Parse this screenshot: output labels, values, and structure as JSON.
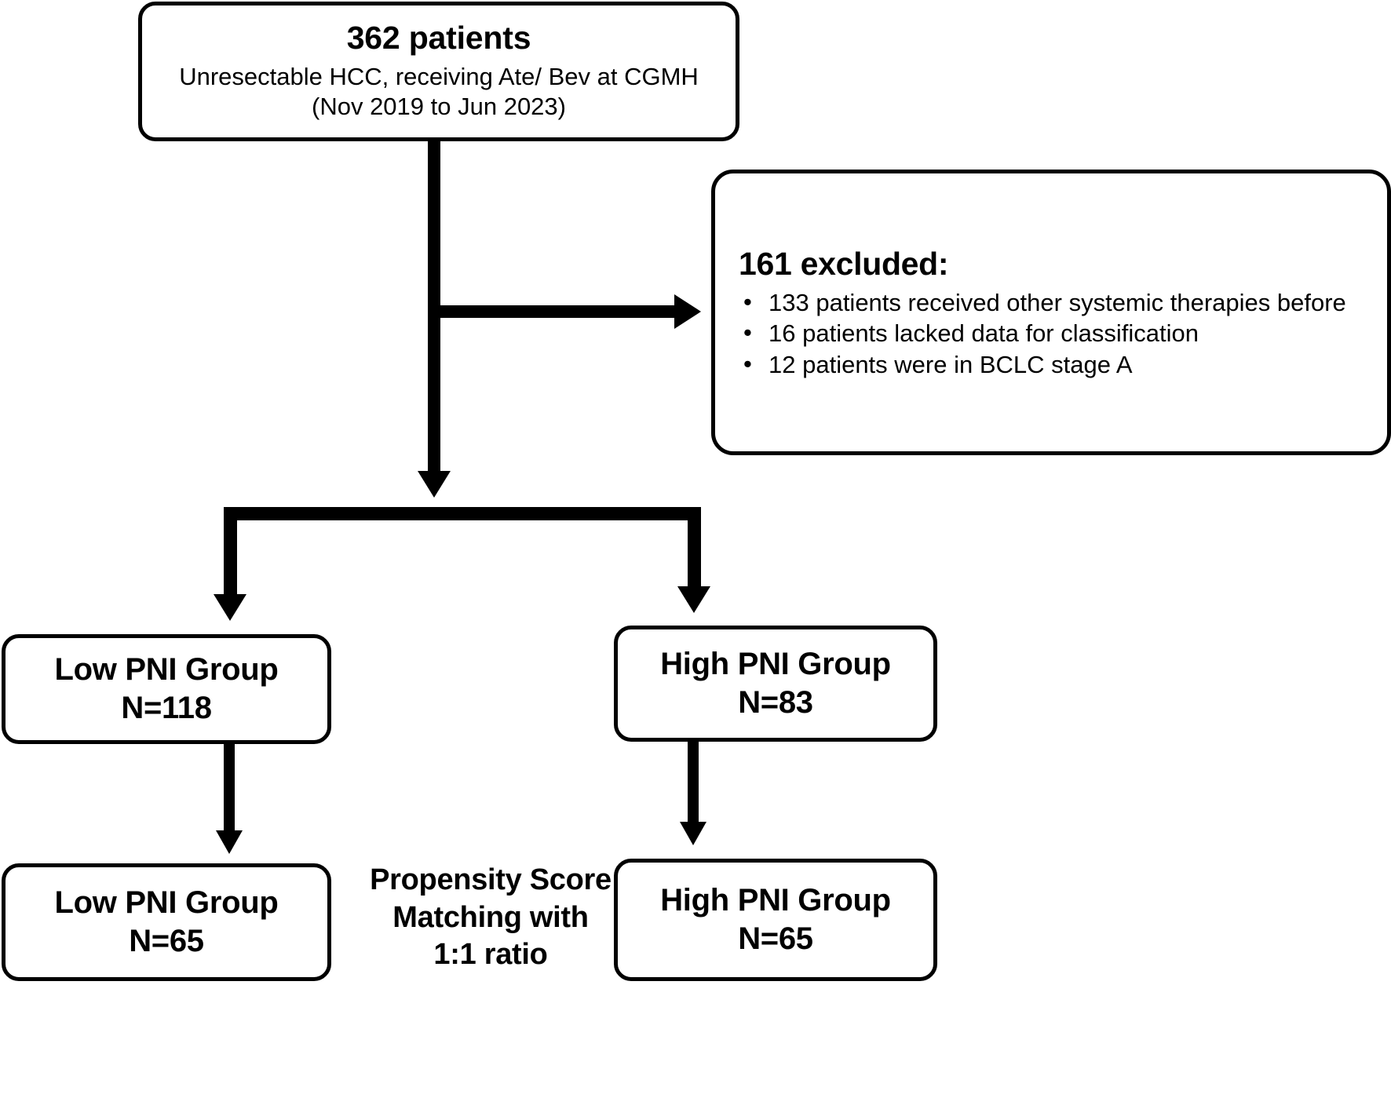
{
  "diagram": {
    "type": "flowchart",
    "title_node": {
      "headline": "362 patients",
      "line2": "Unresectable HCC, receiving Ate/ Bev at CGMH",
      "line3": "(Nov 2019 to Jun 2023)"
    },
    "excluded_node": {
      "headline": "161 excluded:",
      "bullet_glyph": "•",
      "items": [
        "133 patients received other systemic therapies before",
        "16 patients lacked data for classification",
        "12 patients were in BCLC stage A"
      ]
    },
    "groups": {
      "low_pni": {
        "label": "Low PNI Group",
        "count": "N=118"
      },
      "high_pni": {
        "label": "High PNI Group",
        "count": "N=83"
      },
      "low_pni_matched": {
        "label": "Low PNI Group",
        "count": "N=65"
      },
      "high_pni_matched": {
        "label": "High PNI Group",
        "count": "N=65"
      }
    },
    "matching_caption": {
      "line1": "Propensity Score",
      "line2": "Matching with",
      "line3": "1:1 ratio"
    },
    "colors": {
      "stroke": "#000000",
      "background": "#ffffff",
      "text": "#000000"
    }
  }
}
